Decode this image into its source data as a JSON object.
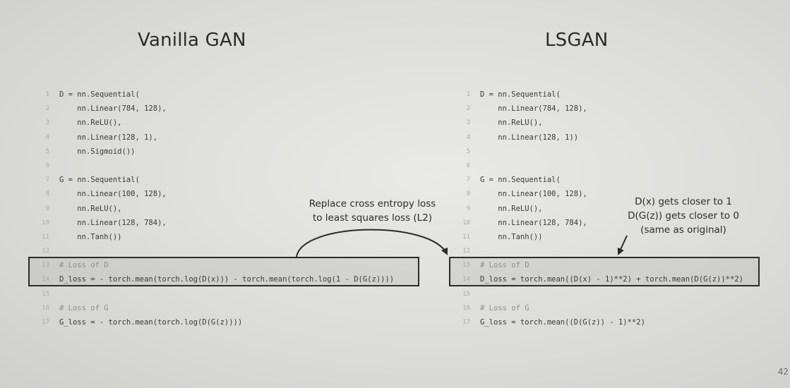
{
  "titles": {
    "left": "Vanilla GAN",
    "right": "LSGAN"
  },
  "left_code": [
    {
      "n": "1",
      "t": "D = nn.Sequential("
    },
    {
      "n": "2",
      "t": "    nn.Linear(784, 128),"
    },
    {
      "n": "3",
      "t": "    nn.ReLU(),"
    },
    {
      "n": "4",
      "t": "    nn.Linear(128, 1),"
    },
    {
      "n": "5",
      "t": "    nn.Sigmoid())"
    },
    {
      "n": "6",
      "t": ""
    },
    {
      "n": "7",
      "t": "G = nn.Sequential("
    },
    {
      "n": "8",
      "t": "    nn.Linear(100, 128),"
    },
    {
      "n": "9",
      "t": "    nn.ReLU(),"
    },
    {
      "n": "10",
      "t": "    nn.Linear(128, 784),"
    },
    {
      "n": "11",
      "t": "    nn.Tanh())"
    },
    {
      "n": "12",
      "t": ""
    },
    {
      "n": "13",
      "t": "# Loss of D"
    },
    {
      "n": "14",
      "t": "D_loss = - torch.mean(torch.log(D(x))) - torch.mean(torch.log(1 - D(G(z))))"
    },
    {
      "n": "15",
      "t": ""
    },
    {
      "n": "16",
      "t": "# Loss of G"
    },
    {
      "n": "17",
      "t": "G_loss = - torch.mean(torch.log(D(G(z))))"
    }
  ],
  "right_code": [
    {
      "n": "1",
      "t": "D = nn.Sequential("
    },
    {
      "n": "2",
      "t": "    nn.Linear(784, 128),"
    },
    {
      "n": "3",
      "t": "    nn.ReLU(),"
    },
    {
      "n": "4",
      "t": "    nn.Linear(128, 1))"
    },
    {
      "n": "5",
      "t": ""
    },
    {
      "n": "6",
      "t": ""
    },
    {
      "n": "7",
      "t": "G = nn.Sequential("
    },
    {
      "n": "8",
      "t": "    nn.Linear(100, 128),"
    },
    {
      "n": "9",
      "t": "    nn.ReLU(),"
    },
    {
      "n": "10",
      "t": "    nn.Linear(128, 784),"
    },
    {
      "n": "11",
      "t": "    nn.Tanh())"
    },
    {
      "n": "12",
      "t": ""
    },
    {
      "n": "13",
      "t": "# Loss of D"
    },
    {
      "n": "14",
      "t": "D_loss = torch.mean((D(x) - 1)**2) + torch.mean(D(G(z))**2)"
    },
    {
      "n": "15",
      "t": ""
    },
    {
      "n": "16",
      "t": "# Loss of G"
    },
    {
      "n": "17",
      "t": "G_loss = torch.mean((D(G(z)) - 1)**2)"
    }
  ],
  "annotations": {
    "left": [
      "Replace cross entropy loss",
      "to least squares loss (L2)"
    ],
    "right": [
      "D(x) gets closer to 1",
      "D(G(z)) gets closer to 0",
      "(same as original)"
    ]
  },
  "page_number": "42",
  "colors": {
    "background": "#dcdcd9",
    "text": "#2b2b2b",
    "line_number": "#a9a9a9",
    "comment": "#8e8e8e",
    "number": "#7b82a8"
  }
}
